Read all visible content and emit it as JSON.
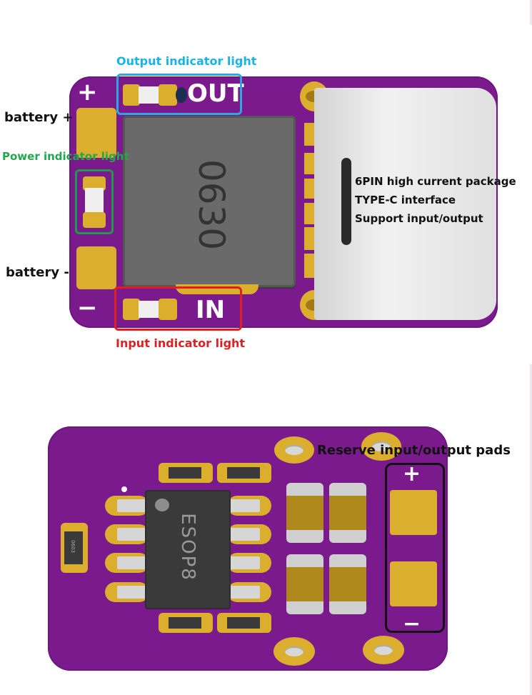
{
  "top_module": {
    "labels": {
      "output_indicator": "Output indicator light",
      "power_indicator": "Power indicator light",
      "input_indicator": "Input indicator light",
      "battery_plus": "battery +",
      "battery_minus": "battery -",
      "usb_line1": "6PIN high current package",
      "usb_line2": "TYPE-C interface",
      "usb_line3": "Support input/output"
    },
    "silkscreen": {
      "out": "OUT",
      "in": "IN",
      "plus": "+",
      "minus": "−",
      "inductor_code": "0630"
    },
    "colors": {
      "board": "#7a1a8c",
      "output_box": "#2aa8e0",
      "power_box": "#1f9a4a",
      "input_box": "#e02020",
      "output_label": "#18b4e8",
      "power_label": "#22a84c",
      "input_label": "#e02020"
    }
  },
  "bottom_module": {
    "labels": {
      "reserve_pads": "Reserve input/output pads"
    },
    "silkscreen": {
      "chip": "ESOP8",
      "plus": "+",
      "minus": "−",
      "res_code": "0603"
    },
    "colors": {
      "board": "#7a1a8c",
      "box": "#111111"
    }
  }
}
